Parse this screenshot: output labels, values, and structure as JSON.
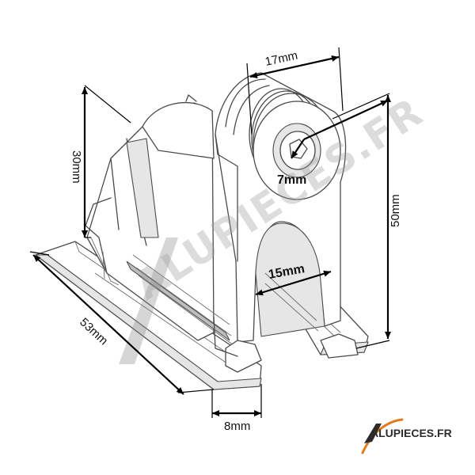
{
  "dimensions": {
    "width_top": "17mm",
    "hole": "7mm",
    "height_side": "30mm",
    "height_total": "50mm",
    "slot": "15mm",
    "length_base": "53mm",
    "base_width": "8mm"
  },
  "watermark": {
    "text": "ALUPIECES.FR",
    "color": "#9a9a9a"
  },
  "logo": {
    "text": "ALUPIECES.FR",
    "accent_color": "#e07a1a",
    "text_color": "#2b2b2b"
  }
}
